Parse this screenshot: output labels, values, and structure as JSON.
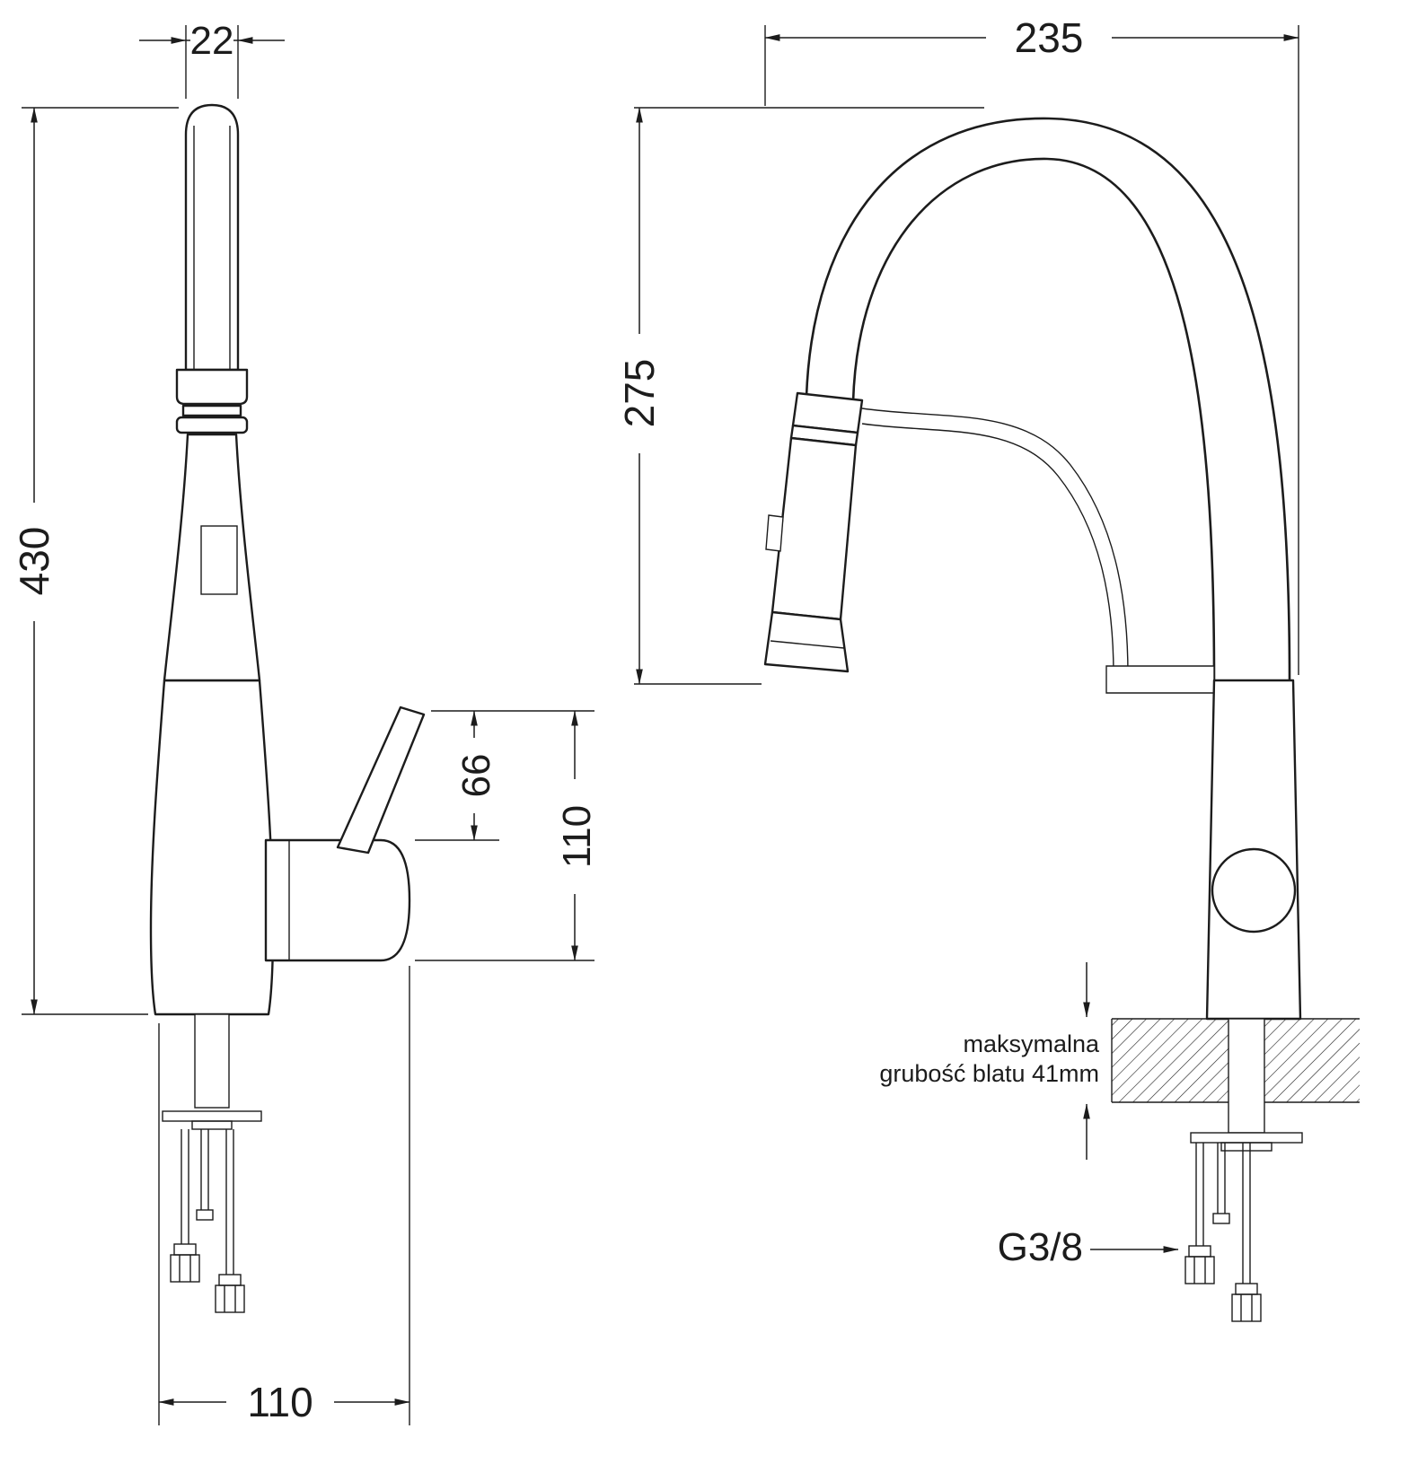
{
  "page": {
    "background": "#ffffff",
    "line_color": "#1c1c1c",
    "kind": "kitchen faucet technical dimension drawing"
  },
  "views": {
    "front": {
      "dims": {
        "spout_diameter": "22",
        "total_height": "430",
        "lever_rise": "66",
        "handle_height": "110",
        "base_depth": "110"
      }
    },
    "side": {
      "dims": {
        "spout_reach": "235",
        "spout_height": "275"
      },
      "notes": {
        "counter_line1": "maksymalna",
        "counter_line2": "grubość blatu 41mm",
        "connection": "G3/8"
      }
    }
  }
}
